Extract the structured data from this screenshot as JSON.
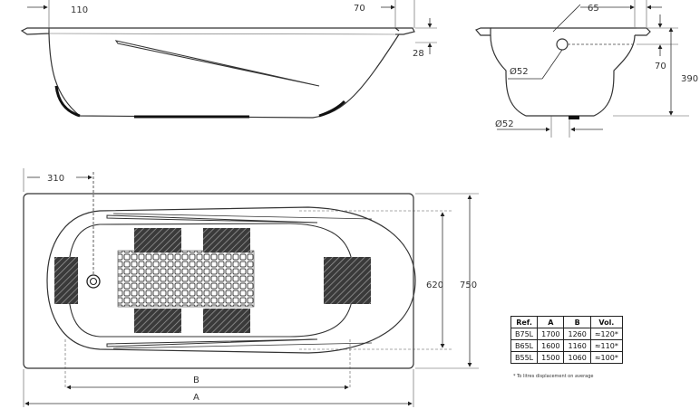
{
  "side_view": {
    "dim_left": "110",
    "dim_right": "70",
    "dim_lip": "28"
  },
  "end_view": {
    "dim_top": "65",
    "dim_lip": "70",
    "dim_height": "390",
    "dim_hole": "Ø52",
    "dim_drain": "Ø52"
  },
  "plan_view": {
    "dim_drain_offset": "310",
    "dim_inner_width": "620",
    "dim_outer_width": "750",
    "label_b": "B",
    "label_a": "A"
  },
  "spec_table": {
    "headers": [
      "Ref.",
      "A",
      "B",
      "Vol."
    ],
    "rows": [
      [
        "B75L",
        "1700",
        "1260",
        "≈120*"
      ],
      [
        "B65L",
        "1600",
        "1160",
        "≈110*"
      ],
      [
        "B55L",
        "1500",
        "1060",
        "≈100*"
      ]
    ],
    "note": "* To litres displacement on average"
  }
}
